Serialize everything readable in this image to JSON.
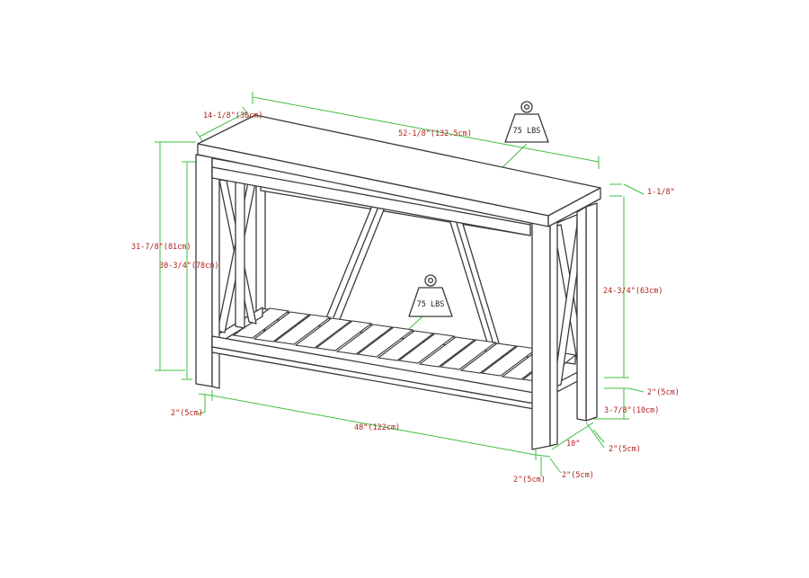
{
  "weights": {
    "top": "75 LBS",
    "shelf": "75 LBS"
  },
  "dimensions": {
    "depth": "14-1/8\"(36cm)",
    "width": "52-1/8\"(132.5cm)",
    "top_thickness": "1-1/8\"",
    "overall_height": "31-7/8\"(81cm)",
    "leg_height": "30-3/4\"(78cm)",
    "shelf_height": "24-3/4\"(63cm)",
    "shelf_thickness": "2\"(5cm)",
    "clearance": "3-7/8\"(10cm)",
    "depth_inner": "10\"",
    "leg_side_right": "2\"(5cm)",
    "leg_left": "2\"(5cm)",
    "inner_width": "48\"(122cm)",
    "leg_front_a": "2\"(5cm)",
    "leg_front_b": "2\"(5cm)"
  },
  "colors": {
    "outline": "#3a3a3a",
    "dimension_line": "#3fbf3f",
    "dimension_text": "#b0201e"
  },
  "icons": [
    "weight-icon"
  ]
}
